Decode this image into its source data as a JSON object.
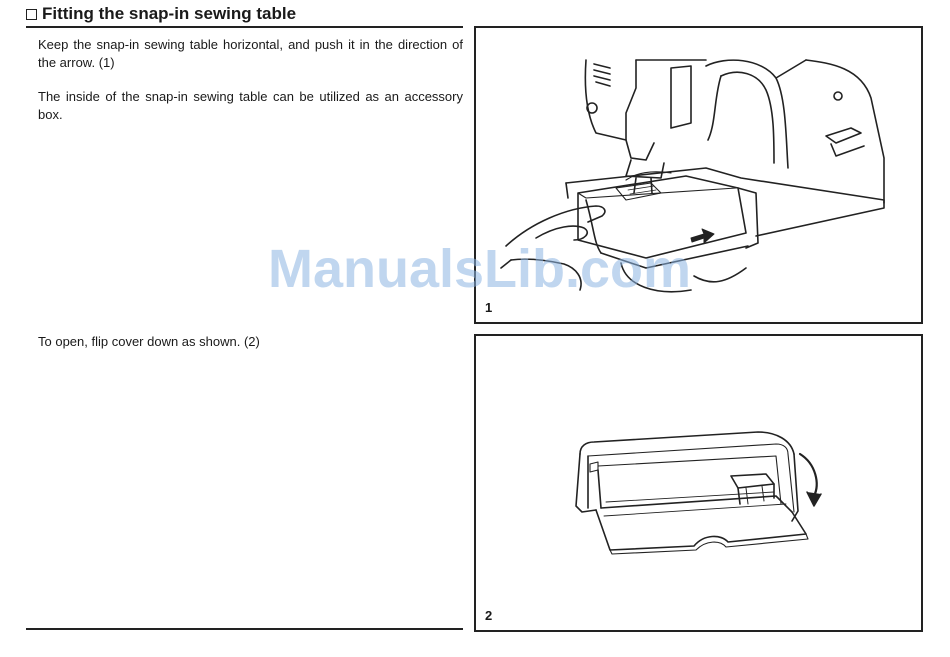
{
  "section": {
    "title": "Fitting the snap-in sewing table"
  },
  "paragraphs": {
    "p1": "Keep the snap-in sewing table horizontal, and push it in the direction of the arrow. (1)",
    "p2": "The inside of the snap-in sewing table can be utilized as an accessory box.",
    "p3": "To open, flip cover down as shown. (2)"
  },
  "figures": {
    "fig1_number": "1",
    "fig2_number": "2"
  },
  "watermark": "ManualsLib.com",
  "icons": {
    "checkbox": "checkbox-icon",
    "push_arrow": "arrow-right-icon",
    "flip_arrow": "arrow-curved-down-icon"
  }
}
